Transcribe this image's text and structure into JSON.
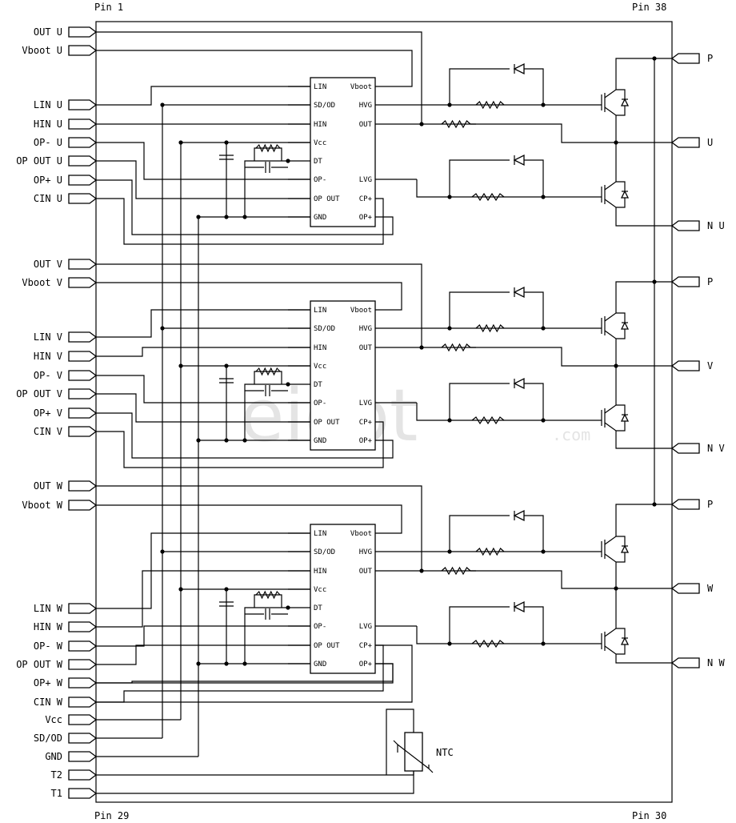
{
  "corners": {
    "top_left": "Pin 1",
    "top_right": "Pin 38",
    "bottom_left": "Pin 29",
    "bottom_right": "Pin 30"
  },
  "left_pins": [
    "OUT U",
    "Vboot U",
    "LIN U",
    "HIN U",
    "OP- U",
    "OP OUT U",
    "OP+ U",
    "CIN U",
    "OUT V",
    "Vboot V",
    "LIN V",
    "HIN V",
    "OP- V",
    "OP OUT V",
    "OP+ V",
    "CIN V",
    "OUT W",
    "Vboot W",
    "LIN W",
    "HIN W",
    "OP- W",
    "OP OUT W",
    "OP+ W",
    "CIN W",
    "Vcc",
    "SD/OD",
    "GND",
    "T2",
    "T1"
  ],
  "right_pins": [
    "P",
    "U",
    "N U",
    "P",
    "V",
    "N V",
    "P",
    "W",
    "N W"
  ],
  "ic_left_pins": [
    "LIN",
    "SD/OD",
    "HIN",
    "Vcc",
    "DT",
    "OP-",
    "OP OUT",
    "GND"
  ],
  "ic_right_pins": [
    "Vboot",
    "HVG",
    "OUT",
    "",
    "",
    "LVG",
    "CP+",
    "OP+"
  ],
  "ntc_label": "NTC",
  "watermark": "eicbt",
  "watermark_sub": ".com"
}
